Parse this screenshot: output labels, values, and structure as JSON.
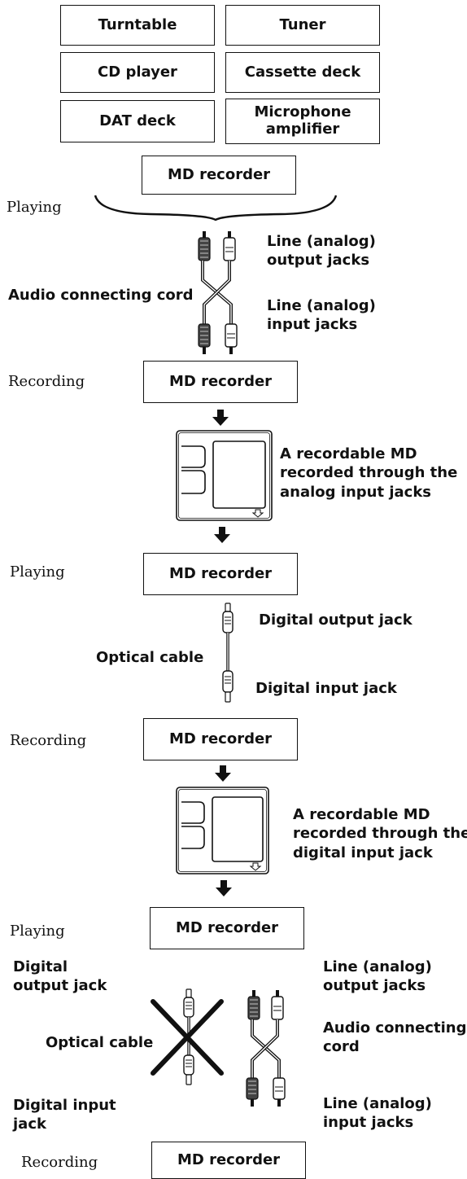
{
  "sources": {
    "turntable": "Turntable",
    "tuner": "Tuner",
    "cd_player": "CD player",
    "cassette_deck": "Cassette deck",
    "dat_deck": "DAT deck",
    "mic_amp_line1": "Microphone",
    "mic_amp_line2": "amplifier",
    "md_recorder": "MD recorder"
  },
  "section1": {
    "playing": "Playing",
    "out_jacks_1": "Line (analog)",
    "out_jacks_2": "output jacks",
    "cord": "Audio connecting cord",
    "in_jacks_1": "Line (analog)",
    "in_jacks_2": "input jacks",
    "recording": "Recording",
    "recorder": "MD recorder",
    "md_desc_1": "A recordable MD",
    "md_desc_2": "recorded through the",
    "md_desc_3": "analog input jacks"
  },
  "section2": {
    "playing": "Playing",
    "player": "MD recorder",
    "out_jack": "Digital output jack",
    "cable": "Optical cable",
    "in_jack": "Digital input jack",
    "recording": "Recording",
    "recorder": "MD recorder",
    "md_desc_1": "A recordable MD",
    "md_desc_2": "recorded through the",
    "md_desc_3": "digital input jack"
  },
  "section3": {
    "playing": "Playing",
    "player": "MD recorder",
    "dig_out_1": "Digital",
    "dig_out_2": "output jack",
    "cable": "Optical cable",
    "dig_in_1": "Digital input",
    "dig_in_2": "jack",
    "line_out_1": "Line (analog)",
    "line_out_2": "output jacks",
    "cord_1": "Audio connecting",
    "cord_2": "cord",
    "line_in_1": "Line (analog)",
    "line_in_2": "input jacks",
    "recording": "Recording",
    "recorder": "MD recorder"
  },
  "colors": {
    "ink": "#111111",
    "background": "#ffffff"
  },
  "icons": [
    "brace-icon",
    "rca-cord-icon",
    "optical-cable-icon",
    "down-arrow-icon",
    "minidisc-icon",
    "cross-out-icon"
  ]
}
